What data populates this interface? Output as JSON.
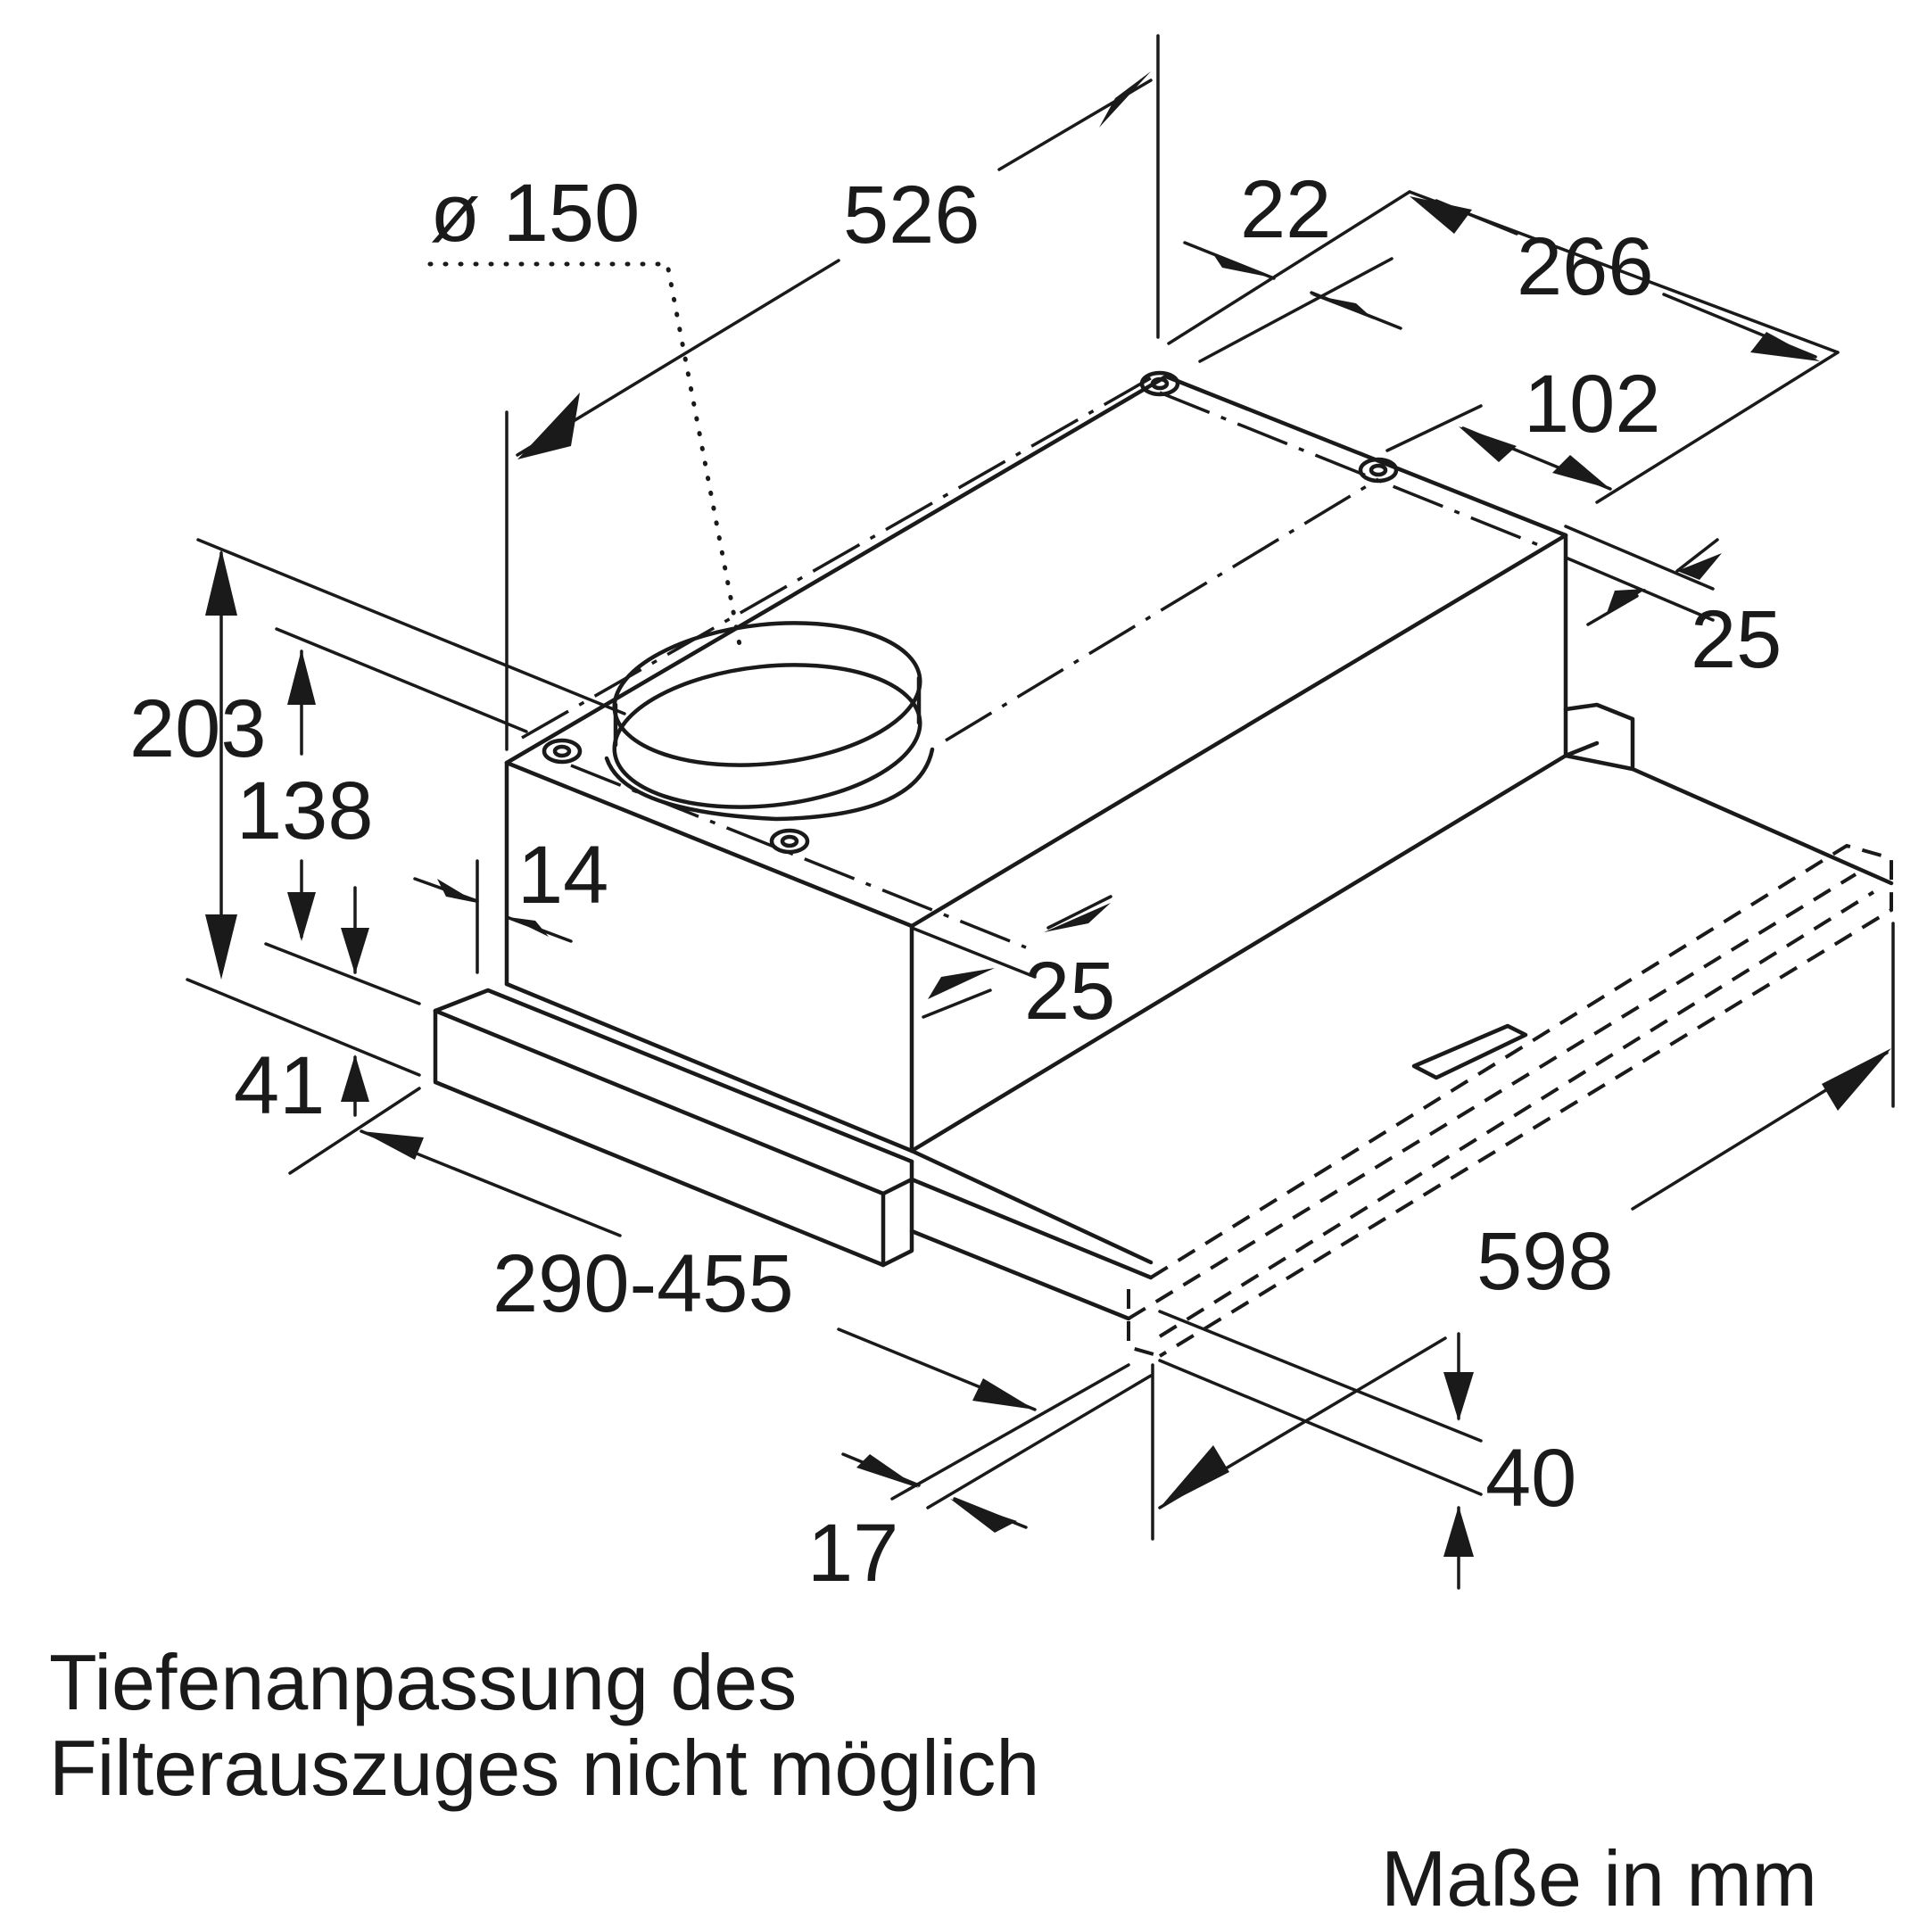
{
  "diagram": {
    "type": "dimension-drawing",
    "subject": "telescopic extractor hood",
    "units_label": "Maße in mm",
    "dimensions": {
      "diameter": "ø 150",
      "length": "526",
      "top_offset": "22",
      "depth": "266",
      "duct_offset": "102",
      "right_inset": "25",
      "total_height": "203",
      "body_height": "138",
      "front_gap": "14",
      "side_inset": "25",
      "visor_height": "41",
      "extension_range": "290-455",
      "width": "598",
      "front_depth": "40",
      "lip": "17"
    },
    "note_lines": [
      "Tiefenanpassung des",
      "Filterauszuges nicht möglich"
    ]
  }
}
